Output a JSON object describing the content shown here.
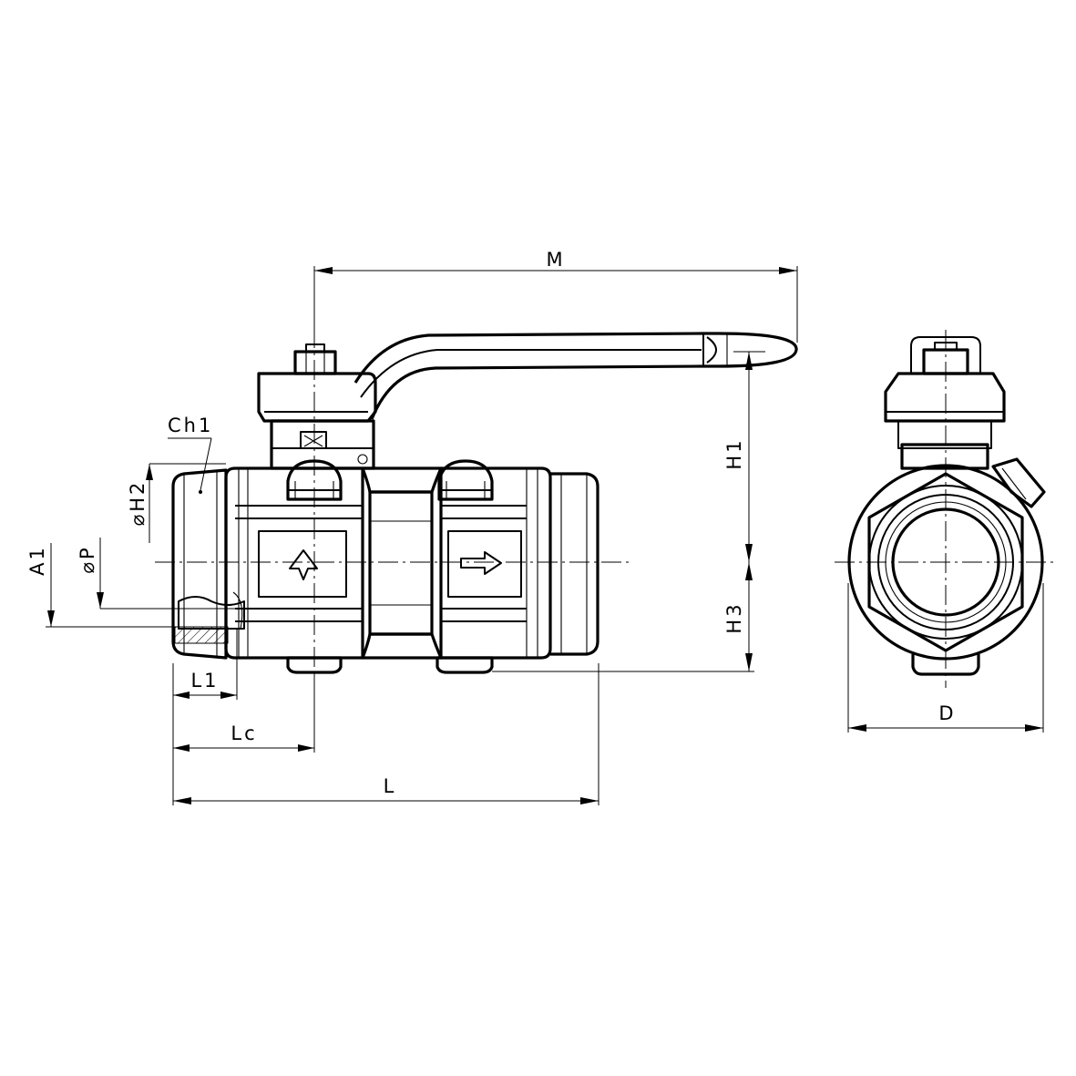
{
  "labels": {
    "m": "M",
    "h1": "H1",
    "h3": "H3",
    "ch1": "Ch1",
    "h2": "⌀H2",
    "p": "⌀P",
    "a1": "A1",
    "l1": "L1",
    "lc": "Lc",
    "l": "L",
    "d": "D"
  },
  "colors": {
    "line": "#000000",
    "background": "#ffffff"
  },
  "icons": {
    "flow": "arrow-right-icon",
    "ring": "ring-icon"
  }
}
